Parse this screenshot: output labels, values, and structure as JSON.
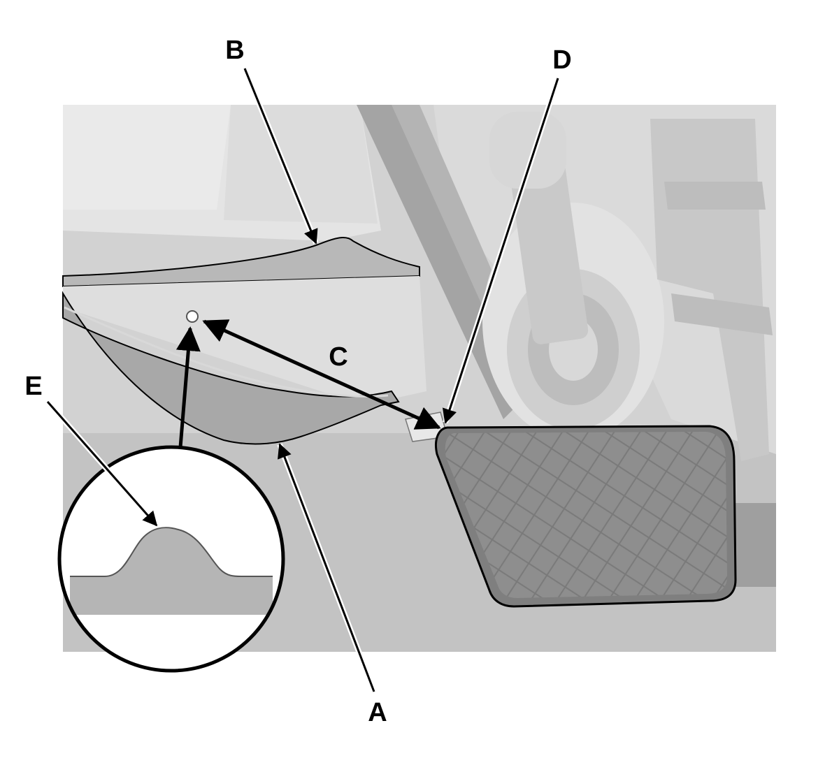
{
  "callouts": {
    "a": "A",
    "b": "B",
    "c": "C",
    "d": "D",
    "e": "E"
  },
  "colors": {
    "background": "#ffffff",
    "scene": "#cfcfcf",
    "panel_light": "#e6e6e6",
    "panel_mid": "#b9b9b9",
    "pedal_pad": "#8c8c8c",
    "pedal_arm": "#9a9a9a",
    "outline": "#000000",
    "inset_fill": "#b5b5b5"
  }
}
